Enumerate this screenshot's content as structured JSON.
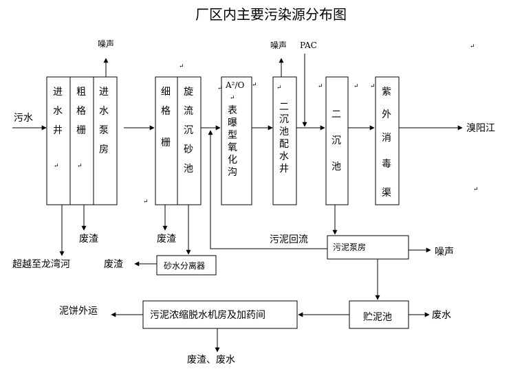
{
  "title": "厂区内主要污染源分布图",
  "return_mark": "↵",
  "labels": {
    "inlet": "污水",
    "noise_top_1": "噪声",
    "noise_top_2": "噪声",
    "pac": "PAC",
    "outlet": "溴阳江",
    "bypass": "超越至龙湾河",
    "waste_residue_1": "废渣",
    "waste_residue_2": "废渣",
    "waste_residue_3": "废渣",
    "sludge_return": "污泥回流",
    "noise_pump": "噪声",
    "mud_cake": "泥饼外运",
    "waste_water": "废水",
    "waste_residue_water": "废渣、废水"
  },
  "units": {
    "inlet_well": [
      "进",
      "水",
      "井"
    ],
    "coarse_screen": [
      "粗",
      "格",
      "栅"
    ],
    "inlet_pump": [
      "进",
      "水",
      "泵",
      "房"
    ],
    "fine_screen": [
      "细",
      "格",
      "栅"
    ],
    "grit_chamber": [
      "旋",
      "流",
      "沉",
      "砂",
      "池"
    ],
    "ao_head": "A²/O",
    "ao_ditch": [
      "表",
      "曝",
      "型",
      "氧",
      "化",
      "沟"
    ],
    "distribution_well": [
      "二",
      "沉",
      "池",
      "配",
      "水",
      "井"
    ],
    "secondary_clarifier": [
      "二",
      "沉",
      "池"
    ],
    "uv_channel": [
      "紫",
      "外",
      "消",
      "毒",
      "渠"
    ],
    "sand_separator": "砂水分离器",
    "sludge_pump": "污泥泵房",
    "sludge_tank": "贮泥池",
    "dewatering": "污泥浓缩脱水机房及加药间"
  }
}
